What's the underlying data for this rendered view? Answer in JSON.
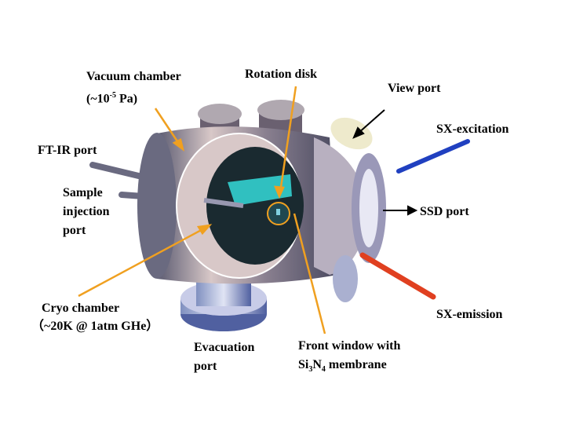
{
  "labels": {
    "vacuum_chamber": "Vacuum chamber",
    "vacuum_pressure_pre": "(~10",
    "vacuum_pressure_exp": "-5",
    "vacuum_pressure_post": " Pa)",
    "rotation_disk": "Rotation disk",
    "view_port": "View port",
    "sx_excitation": "SX-excitation",
    "ftir_port": "FT-IR port",
    "sample_injection_1": "Sample",
    "sample_injection_2": "injection",
    "sample_injection_3": "port",
    "ssd_port": "SSD port",
    "cryo_chamber": "Cryo chamber",
    "cryo_conditions": "（~20K @ 1atm GHe）",
    "sx_emission": "SX-emission",
    "evacuation_1": "Evacuation",
    "evacuation_2": "port",
    "front_window": "Front window with",
    "membrane_si": "Si",
    "membrane_3": "3",
    "membrane_n": "N",
    "membrane_4": "4",
    "membrane_rest": " membrane"
  },
  "colors": {
    "callout_orange": "#f0a020",
    "excitation_blue": "#2040c0",
    "emission_red": "#e04020",
    "window_cyan": "#30c0c0"
  }
}
